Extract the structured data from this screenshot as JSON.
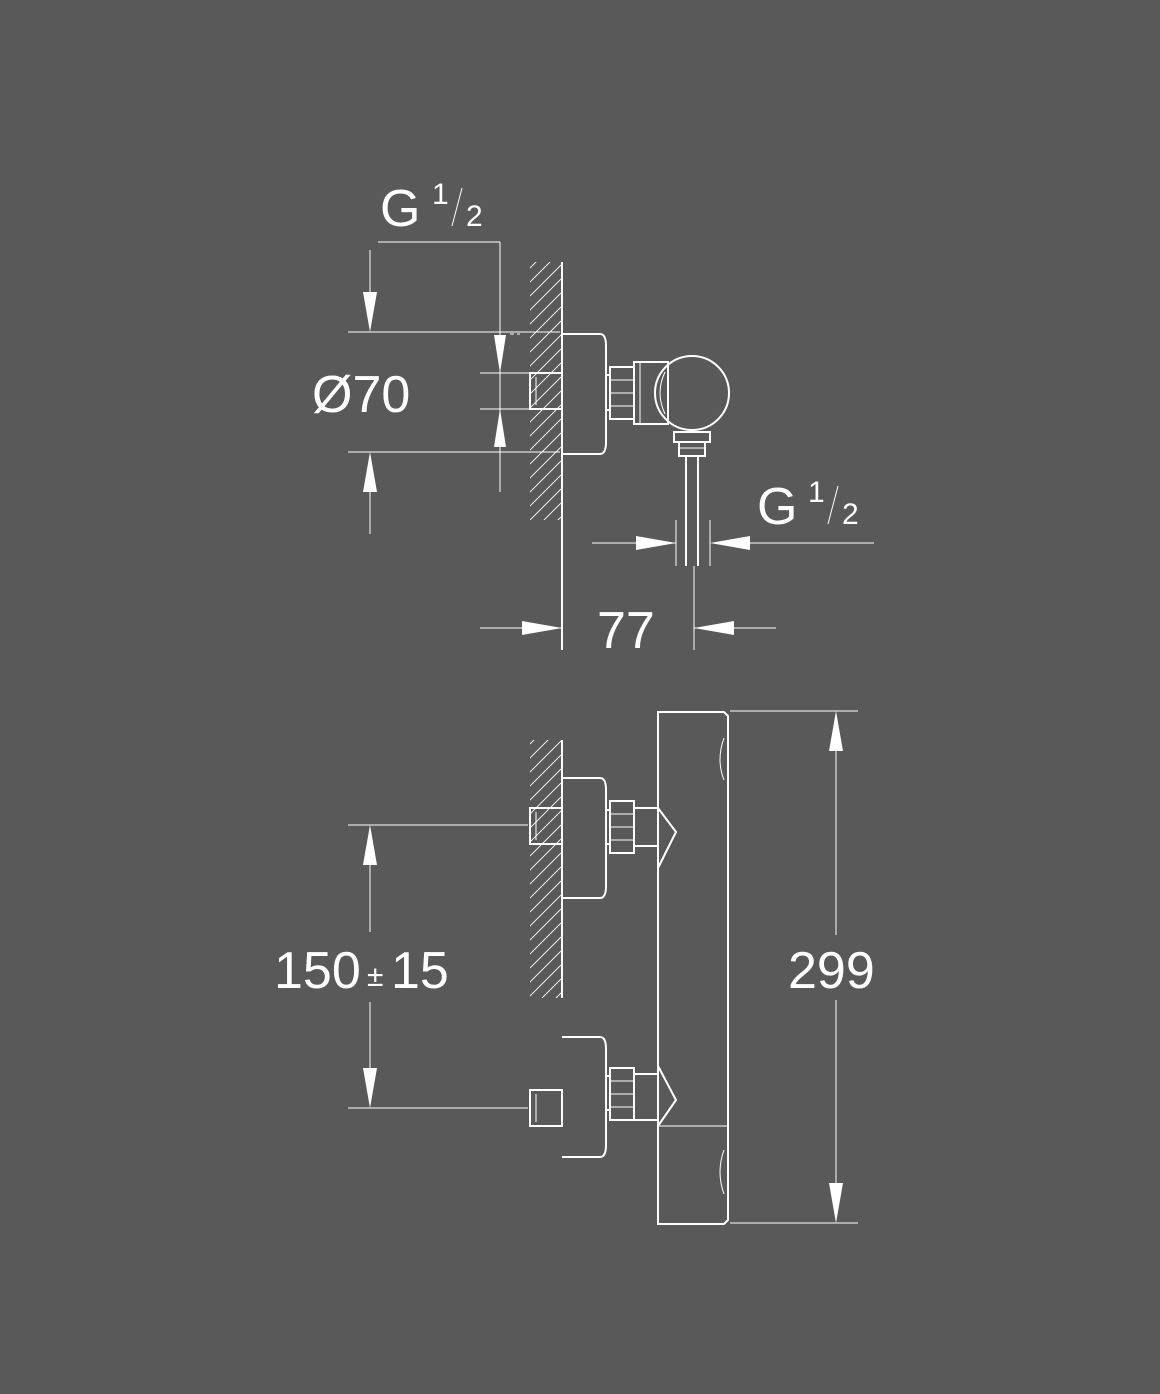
{
  "dimensions": {
    "inlet_thread_top": {
      "letter": "G",
      "numerator": "1",
      "denominator": "2"
    },
    "outlet_thread": {
      "letter": "G",
      "numerator": "1",
      "denominator": "2"
    },
    "diameter": "Ø70",
    "projection": "77",
    "centres": {
      "value": "150",
      "symbol": "±",
      "tolerance": "15"
    },
    "height": "299"
  },
  "colors": {
    "background": "#595959",
    "line": "#ffffff"
  }
}
